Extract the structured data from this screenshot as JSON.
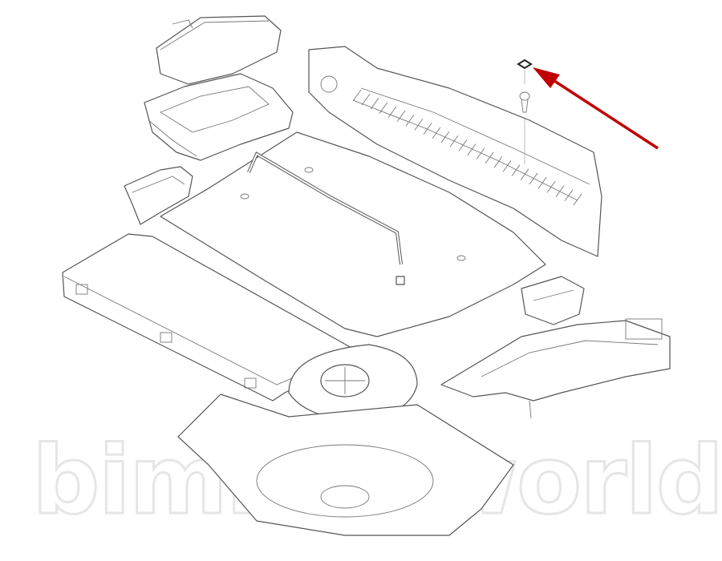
{
  "diagram": {
    "watermark": "bimmerworld",
    "highlighted_part": "clip-nut",
    "arrow_color": "#c00000",
    "line_color": "#555555",
    "parts": [
      "trunk-cover-lid",
      "storage-tray-bracket",
      "side-bracket",
      "loading-sill-trim",
      "clip-nut",
      "screw",
      "trunk-floor-panel",
      "support-rod",
      "side-storage-box",
      "spare-wheel-cover",
      "spare-wheel-well-insert",
      "battery-tray-bracket",
      "small-bracket"
    ]
  }
}
